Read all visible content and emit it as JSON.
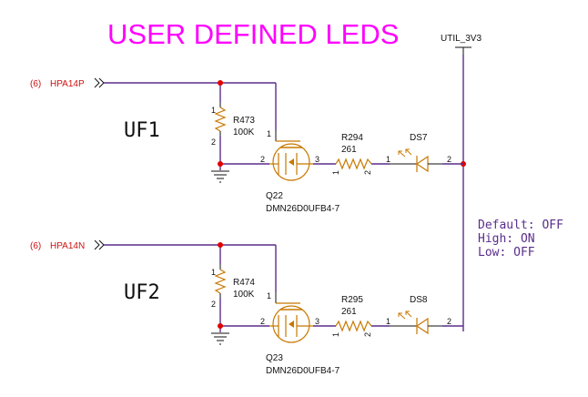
{
  "title": "USER DEFINED LEDS",
  "power": {
    "net": "UTIL_3V3"
  },
  "note": {
    "lines": [
      "Default: OFF",
      "High: ON",
      "Low: OFF"
    ]
  },
  "colors": {
    "wire": "#5a2d8c",
    "title": "#ff00ff",
    "port": "#cc1111",
    "component": "#c87800",
    "text": "#111111",
    "junction": "#e00000"
  },
  "channels": [
    {
      "label": "UF1",
      "port": {
        "ref": "(6)",
        "net": "HPA14P"
      },
      "pulldown": {
        "ref": "R473",
        "value": "100K",
        "pin_top": "1",
        "pin_bottom": "2"
      },
      "fet": {
        "ref": "Q22",
        "part": "DMN26D0UFB4-7",
        "pin_gate": "1",
        "pin_source": "2",
        "pin_drain": "3"
      },
      "series_resistor": {
        "ref": "R294",
        "value": "261",
        "pin_left": "1",
        "pin_right": "2"
      },
      "led": {
        "ref": "DS7",
        "pin_left": "1",
        "pin_right": "2"
      }
    },
    {
      "label": "UF2",
      "port": {
        "ref": "(6)",
        "net": "HPA14N"
      },
      "pulldown": {
        "ref": "R474",
        "value": "100K",
        "pin_top": "1",
        "pin_bottom": "2"
      },
      "fet": {
        "ref": "Q23",
        "part": "DMN26D0UFB4-7",
        "pin_gate": "1",
        "pin_source": "2",
        "pin_drain": "3"
      },
      "series_resistor": {
        "ref": "R295",
        "value": "261",
        "pin_left": "1",
        "pin_right": "2"
      },
      "led": {
        "ref": "DS8",
        "pin_left": "1",
        "pin_right": "2"
      }
    }
  ]
}
